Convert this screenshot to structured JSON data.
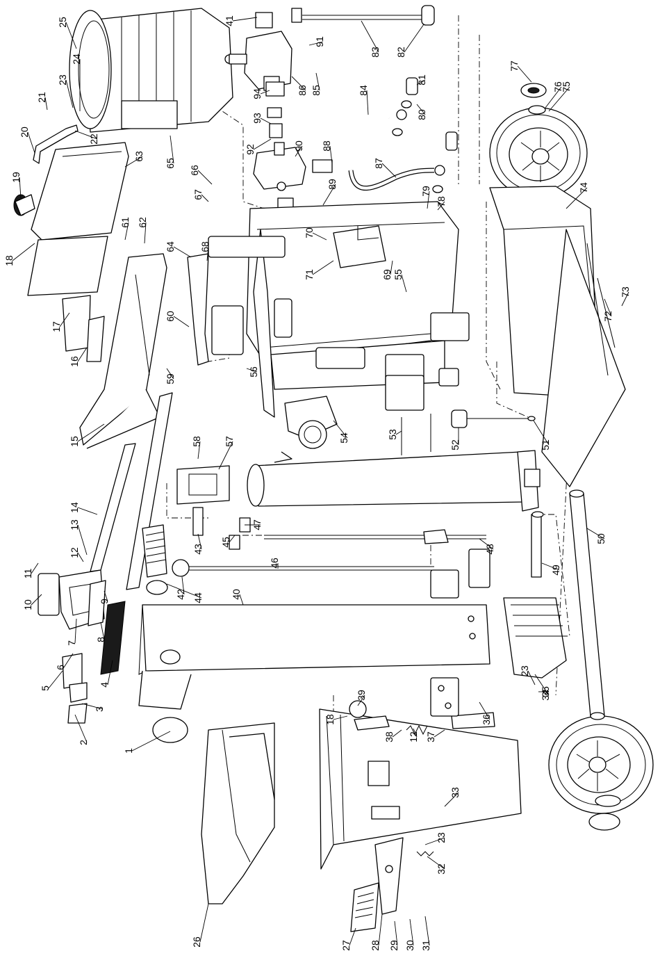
{
  "callouts": [
    {
      "id": "c1",
      "label": "1"
    },
    {
      "id": "c2",
      "label": "2"
    },
    {
      "id": "c3",
      "label": "3"
    },
    {
      "id": "c4",
      "label": "4"
    },
    {
      "id": "c5",
      "label": "5"
    },
    {
      "id": "c6",
      "label": "6"
    },
    {
      "id": "c7",
      "label": "7"
    },
    {
      "id": "c8",
      "label": "8"
    },
    {
      "id": "c9",
      "label": "9"
    },
    {
      "id": "c10",
      "label": "10"
    },
    {
      "id": "c11",
      "label": "11"
    },
    {
      "id": "c12a",
      "label": "12"
    },
    {
      "id": "c13",
      "label": "13"
    },
    {
      "id": "c14",
      "label": "14"
    },
    {
      "id": "c15",
      "label": "15"
    },
    {
      "id": "c16",
      "label": "16"
    },
    {
      "id": "c17",
      "label": "17"
    },
    {
      "id": "c18a",
      "label": "18"
    },
    {
      "id": "c19",
      "label": "19"
    },
    {
      "id": "c20",
      "label": "20"
    },
    {
      "id": "c21",
      "label": "21"
    },
    {
      "id": "c22",
      "label": "22"
    },
    {
      "id": "c23a",
      "label": "23"
    },
    {
      "id": "c24",
      "label": "24"
    },
    {
      "id": "c25",
      "label": "25"
    },
    {
      "id": "c26",
      "label": "26"
    },
    {
      "id": "c27",
      "label": "27"
    },
    {
      "id": "c28",
      "label": "28"
    },
    {
      "id": "c29",
      "label": "29"
    },
    {
      "id": "c30",
      "label": "30"
    },
    {
      "id": "c31",
      "label": "31"
    },
    {
      "id": "c32",
      "label": "32"
    },
    {
      "id": "c23b",
      "label": "23"
    },
    {
      "id": "c33",
      "label": "33"
    },
    {
      "id": "c34",
      "label": "34"
    },
    {
      "id": "c23c",
      "label": "23"
    },
    {
      "id": "c35",
      "label": "35"
    },
    {
      "id": "c36",
      "label": "36"
    },
    {
      "id": "c37",
      "label": "37"
    },
    {
      "id": "c12b",
      "label": "12"
    },
    {
      "id": "c38",
      "label": "38"
    },
    {
      "id": "c18b",
      "label": "18"
    },
    {
      "id": "c39",
      "label": "39"
    },
    {
      "id": "c40",
      "label": "40"
    },
    {
      "id": "c42",
      "label": "42"
    },
    {
      "id": "c43",
      "label": "43"
    },
    {
      "id": "c44",
      "label": "44"
    },
    {
      "id": "c45",
      "label": "45"
    },
    {
      "id": "c46",
      "label": "46"
    },
    {
      "id": "c47",
      "label": "47"
    },
    {
      "id": "c48",
      "label": "48"
    },
    {
      "id": "c49",
      "label": "49"
    },
    {
      "id": "c50",
      "label": "50"
    },
    {
      "id": "c51",
      "label": "51"
    },
    {
      "id": "c52",
      "label": "52"
    },
    {
      "id": "c53",
      "label": "53"
    },
    {
      "id": "c54",
      "label": "54"
    },
    {
      "id": "c55",
      "label": "55"
    },
    {
      "id": "c56",
      "label": "56"
    },
    {
      "id": "c57",
      "label": "57"
    },
    {
      "id": "c58",
      "label": "58"
    },
    {
      "id": "c59",
      "label": "59"
    },
    {
      "id": "c60",
      "label": "60"
    },
    {
      "id": "c61",
      "label": "61"
    },
    {
      "id": "c62",
      "label": "62"
    },
    {
      "id": "c63",
      "label": "63"
    },
    {
      "id": "c64",
      "label": "64"
    },
    {
      "id": "c65",
      "label": "65"
    },
    {
      "id": "c66",
      "label": "66"
    },
    {
      "id": "c67",
      "label": "67"
    },
    {
      "id": "c68",
      "label": "68"
    },
    {
      "id": "c69",
      "label": "69"
    },
    {
      "id": "c70",
      "label": "70"
    },
    {
      "id": "c71",
      "label": "71"
    },
    {
      "id": "c72",
      "label": "72"
    },
    {
      "id": "c73",
      "label": "73"
    },
    {
      "id": "c74",
      "label": "74"
    },
    {
      "id": "c75",
      "label": "75"
    },
    {
      "id": "c76",
      "label": "76"
    },
    {
      "id": "c77",
      "label": "77"
    },
    {
      "id": "c78",
      "label": "78"
    },
    {
      "id": "c79",
      "label": "79"
    },
    {
      "id": "c80",
      "label": "80"
    },
    {
      "id": "c81",
      "label": "81"
    },
    {
      "id": "c82",
      "label": "82"
    },
    {
      "id": "c83",
      "label": "83"
    },
    {
      "id": "c84",
      "label": "84"
    },
    {
      "id": "c85",
      "label": "85"
    },
    {
      "id": "c86",
      "label": "86"
    },
    {
      "id": "c87",
      "label": "87"
    },
    {
      "id": "c88",
      "label": "88"
    },
    {
      "id": "c89",
      "label": "89"
    },
    {
      "id": "c90",
      "label": "90"
    },
    {
      "id": "c91",
      "label": "91"
    },
    {
      "id": "c92",
      "label": "92"
    },
    {
      "id": "c93",
      "label": "93"
    },
    {
      "id": "c94",
      "label": "94"
    },
    {
      "id": "c41",
      "label": "41"
    }
  ]
}
